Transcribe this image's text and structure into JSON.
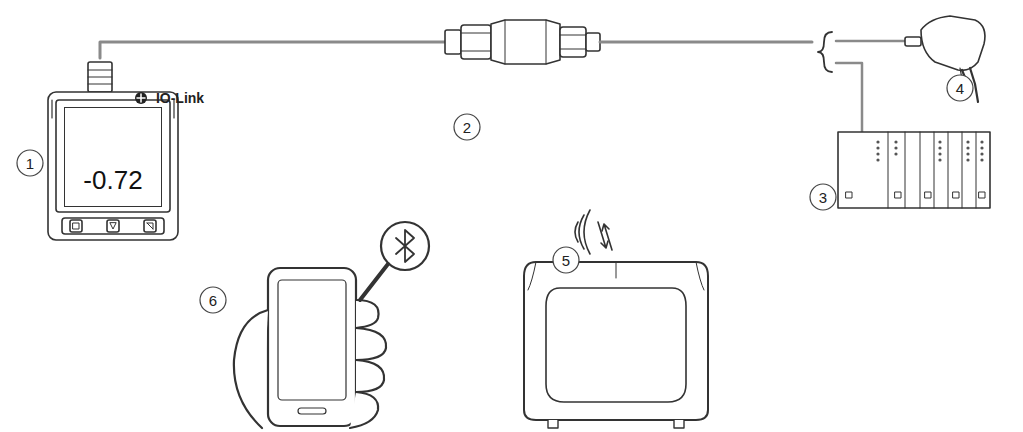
{
  "diagram": {
    "nodes": [
      {
        "text": [
          "-0.72"
        ]
      }
    ],
    "labels": [
      "IO-Link",
      "1",
      "2",
      "3",
      "4",
      "5",
      "6"
    ]
  }
}
